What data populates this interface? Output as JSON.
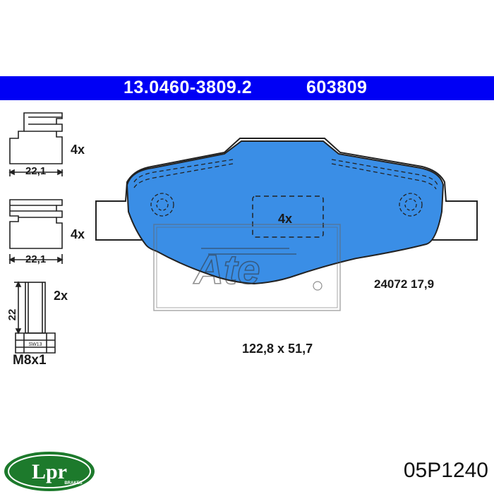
{
  "header": {
    "part_number_1": "13.0460-3809.2",
    "part_number_2": "603809",
    "background_color": "#0000f5"
  },
  "clips": [
    {
      "width": "22,1",
      "quantity": "4x"
    },
    {
      "width": "22,1",
      "quantity": "4x"
    }
  ],
  "bolt": {
    "length": "22",
    "wrench": "SW13",
    "quantity": "2x",
    "thread": "M8x1"
  },
  "pad": {
    "count": "4x",
    "spec": "24072 17,9",
    "dimensions": "122,8 x 51,7",
    "fill_color": "#3a8ee6",
    "watermark": "Ate"
  },
  "brand": {
    "logo_text": "Lpr",
    "logo_sub": "BRAKES",
    "logo_color": "#1d7a2c"
  },
  "product_code": "05P1240"
}
